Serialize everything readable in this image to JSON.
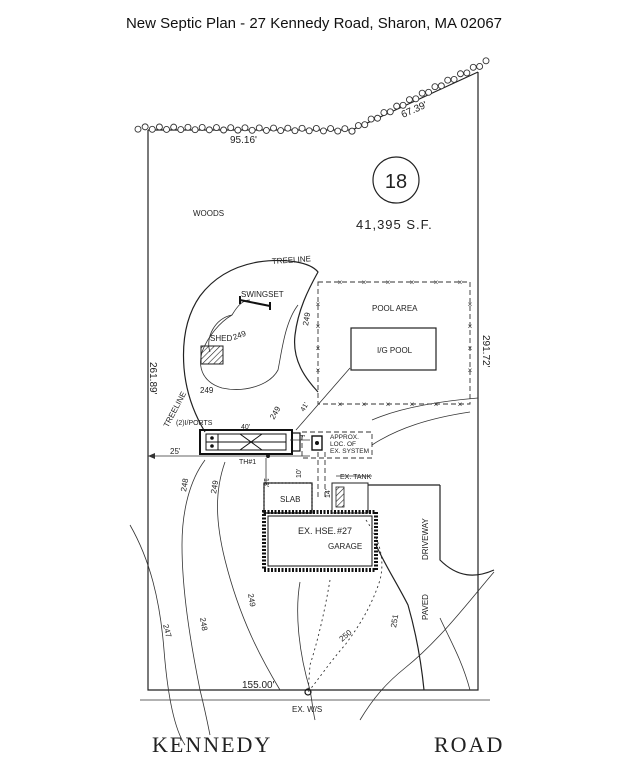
{
  "title": "New Septic Plan - 27 Kennedy Road, Sharon, MA 02067",
  "lot": {
    "number": "18",
    "area": "41,395 S.F."
  },
  "dimensions": {
    "top_left": "95.16'",
    "top_right": "67.39'",
    "right_side": "291.72'",
    "left_side": "261.89'",
    "bottom": "155.00'",
    "setback_left": "25'",
    "system_len": "40'",
    "dim_7": "7'",
    "dim_13": "13'",
    "dim_10": "10'",
    "dim_41": "41'",
    "dim_14": "14'"
  },
  "labels": {
    "woods": "WOODS",
    "treeline_top": "TREELINE",
    "treeline_left": "TREELINE",
    "swingset": "SWINGSET",
    "shed": "SHED",
    "pool_area": "POOL AREA",
    "ig_pool": "I/G POOL",
    "ports": "(2)I/PORTS",
    "th1": "TH#1",
    "approx": "APPROX.",
    "loc_of": "LOC. OF",
    "ex_system": "EX. SYSTEM",
    "ex_tank": "EX. TANK",
    "slab": "SLAB",
    "ex_hse": "EX. HSE.",
    "house_num": "#27",
    "garage": "GARAGE",
    "driveway": "DRIVEWAY",
    "paved": "PAVED",
    "ex_ws": "EX. W/S",
    "street_1": "KENNEDY",
    "street_2": "ROAD"
  },
  "contours": {
    "c249_a": "249",
    "c249_b": "249",
    "c249_c": "249",
    "c249_d": "249",
    "c249_e": "249",
    "c248_a": "248",
    "c248_b": "248",
    "c247": "247",
    "c250": "250",
    "c251": "251"
  }
}
